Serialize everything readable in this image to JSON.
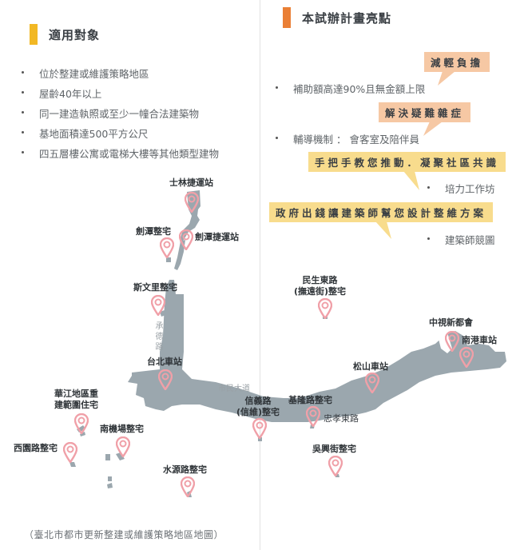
{
  "left_panel": {
    "title": "適用對象",
    "accent_color": "#f2b824",
    "bullets": [
      "位於整建或維護策略地區",
      "屋齡40年以上",
      "同一建造執照或至少一幢合法建築物",
      "基地面積達500平方公尺",
      "四五層樓公寓或電梯大樓等其他類型建物"
    ]
  },
  "right_panel": {
    "title": "本試辦計畫亮點",
    "accent_color": "#ea7f35",
    "callouts": [
      {
        "text": "減輕負擔",
        "color": "#f6c8a4"
      },
      {
        "text": "解決疑難雜症",
        "color": "#f6c8a4"
      },
      {
        "text": "手把手教您推動．凝聚社區共識",
        "color": "#f8dc8d"
      },
      {
        "text": "政府出錢讓建築師幫您設計整維方案",
        "color": "#f8dc8d"
      }
    ],
    "bullets": [
      "補助額高達90%且無金額上限",
      "輔導機制 ： 會客室及陪伴員",
      "培力工作坊",
      "建築師競圖"
    ]
  },
  "map": {
    "region_color": "#9ba7ae",
    "pin_color": "#f0a0a8",
    "streets": {
      "chengde": "承德路",
      "civic_blvd": "市民大道"
    },
    "locations": {
      "shilin_station": "士林捷運站",
      "jiantan_housing": "劍潭整宅",
      "jiantan_station": "劍潭捷運站",
      "siwenli_housing": "斯文里整宅",
      "taipei_station": "台北車站",
      "minsheng_housing_line1": "民生東路",
      "minsheng_housing_line2": "(撫遠街)整宅",
      "ctv_new_city": "中視新都會",
      "nangang_station": "南港車站",
      "songshan_station": "松山車站",
      "huajiang_line1": "華江地區重",
      "huajiang_line2": "建範圍住宅",
      "xinyi_line1": "信義路",
      "xinyi_line2": "(信維)整宅",
      "keelung_housing": "基隆路整宅",
      "zhongxiao_rd": "忠孝東路",
      "south_airport_housing": "南機場整宅",
      "xiyuan_housing": "西園路整宅",
      "wuxing_housing": "吳興街整宅",
      "shuiyuan_housing": "水源路整宅"
    }
  },
  "caption": "（臺北市都市更新整建或維護策略地區地圖）"
}
